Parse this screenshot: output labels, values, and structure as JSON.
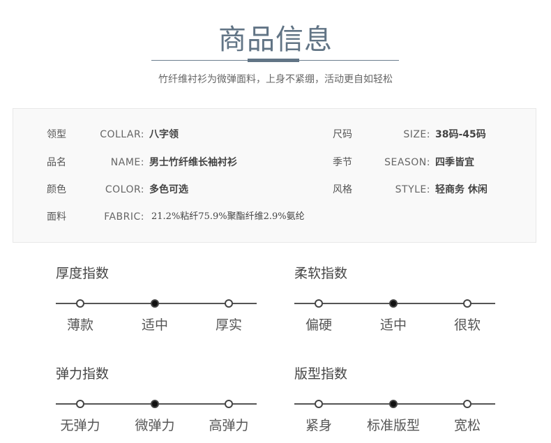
{
  "header": {
    "title": "商品信息",
    "subtitle": "竹纤维衬衫为微弹面料，上身不紧绷，活动更自如轻松"
  },
  "specs": [
    {
      "cn": "领型",
      "en": "COLLAR:",
      "value": "八字领"
    },
    {
      "cn": "品名",
      "en": "NAME:",
      "value": "男士竹纤维长袖衬衫"
    },
    {
      "cn": "颜色",
      "en": "COLOR:",
      "value": "多色可选"
    },
    {
      "cn": "面料",
      "en": "FABRIC:",
      "value": "21.2%粘纤75.9%聚酯纤维2.9%氨纶"
    },
    {
      "cn": "尺码",
      "en": "SIZE:",
      "value": "38码-45码"
    },
    {
      "cn": "季节",
      "en": "SEASON:",
      "value": "四季皆宜"
    },
    {
      "cn": "风格",
      "en": "STYLE:",
      "value": "轻商务 休闲"
    }
  ],
  "scales": [
    {
      "title": "厚度指数",
      "options": [
        "薄款",
        "适中",
        "厚实"
      ],
      "selected": 1
    },
    {
      "title": "柔软指数",
      "options": [
        "偏硬",
        "适中",
        "很软"
      ],
      "selected": 1
    },
    {
      "title": "弹力指数",
      "options": [
        "无弹力",
        "微弹力",
        "高弹力"
      ],
      "selected": 1
    },
    {
      "title": "版型指数",
      "options": [
        "紧身",
        "标准版型",
        "宽松"
      ],
      "selected": 1
    }
  ],
  "colors": {
    "accent": "#617485"
  }
}
